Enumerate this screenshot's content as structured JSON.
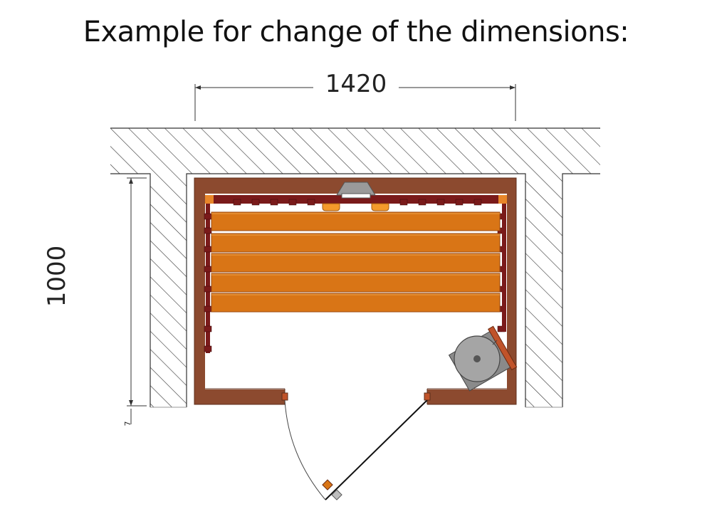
{
  "title": "Example for change of the dimensions:",
  "dimensions": {
    "width": "1420",
    "height": "1000",
    "gap": "7"
  },
  "colors": {
    "wall_hatch": "#333333",
    "frame_wood": "#8c4a2f",
    "bench_wood": "#d97516",
    "bench_edge": "#9b4a10",
    "dark_block": "#7a1a1a",
    "heater_grey": "#9a9a9a",
    "accent_orange": "#f39a2b"
  },
  "icons": {
    "heater": "heater-icon",
    "lamp": "lamp-icon",
    "door_handle": "door-handle-icon"
  }
}
